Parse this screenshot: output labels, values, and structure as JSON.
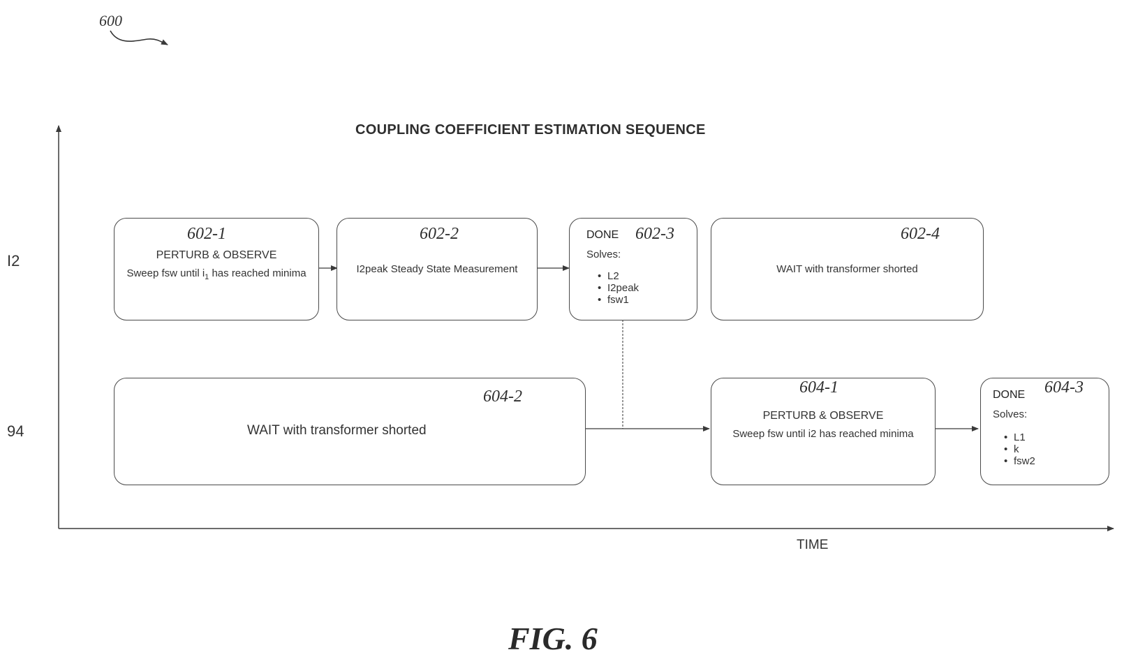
{
  "figure_ref": "600",
  "title": "COUPLING COEFFICIENT ESTIMATION SEQUENCE",
  "lanes": {
    "top": "I2",
    "bottom": "94"
  },
  "x_axis_label": "TIME",
  "figure_label": "FIG. 6",
  "boxes": {
    "b602_1": {
      "ref": "602-1",
      "line1": "PERTURB & OBSERVE",
      "line2_prefix": "Sweep fsw until i",
      "line2_sub": "1",
      "line2_suffix": " has reached minima"
    },
    "b602_2": {
      "ref": "602-2",
      "text": "I2peak Steady State Measurement"
    },
    "b602_3": {
      "ref": "602-3",
      "done": "DONE",
      "solves": "Solves:",
      "items": [
        "L2",
        "I2peak",
        "fsw1"
      ]
    },
    "b602_4": {
      "ref": "602-4",
      "text": "WAIT with transformer shorted"
    },
    "b604_2": {
      "ref": "604-2",
      "text": "WAIT with transformer shorted"
    },
    "b604_1": {
      "ref": "604-1",
      "line1": "PERTURB & OBSERVE",
      "line2": "Sweep fsw until i2 has reached minima"
    },
    "b604_3": {
      "ref": "604-3",
      "done": "DONE",
      "solves": "Solves:",
      "items": [
        "L1",
        "k",
        "fsw2"
      ]
    }
  },
  "colors": {
    "line": "#3a3a3a",
    "border": "#4a4a4a",
    "text": "#2a2a2a"
  }
}
